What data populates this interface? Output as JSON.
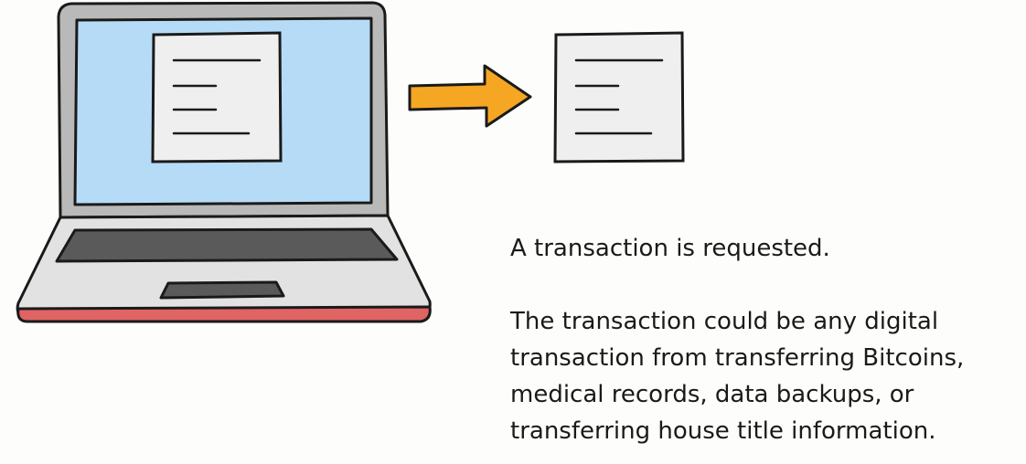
{
  "caption": {
    "heading": "A transaction is requested.",
    "lines": [
      "The transaction could be any digital",
      "transaction from transferring Bitcoins,",
      "medical records, data backups, or",
      "transferring house title information."
    ]
  },
  "colors": {
    "screen": "#b5dbf7",
    "laptop_body": "#b9b9b9",
    "keyboard": "#5a5a5a",
    "base_edge": "#e06464",
    "arrow": "#f5a623",
    "paper": "#efefef"
  },
  "icons": {
    "laptop": "laptop-icon",
    "arrow": "arrow-right-icon",
    "document": "document-icon"
  }
}
